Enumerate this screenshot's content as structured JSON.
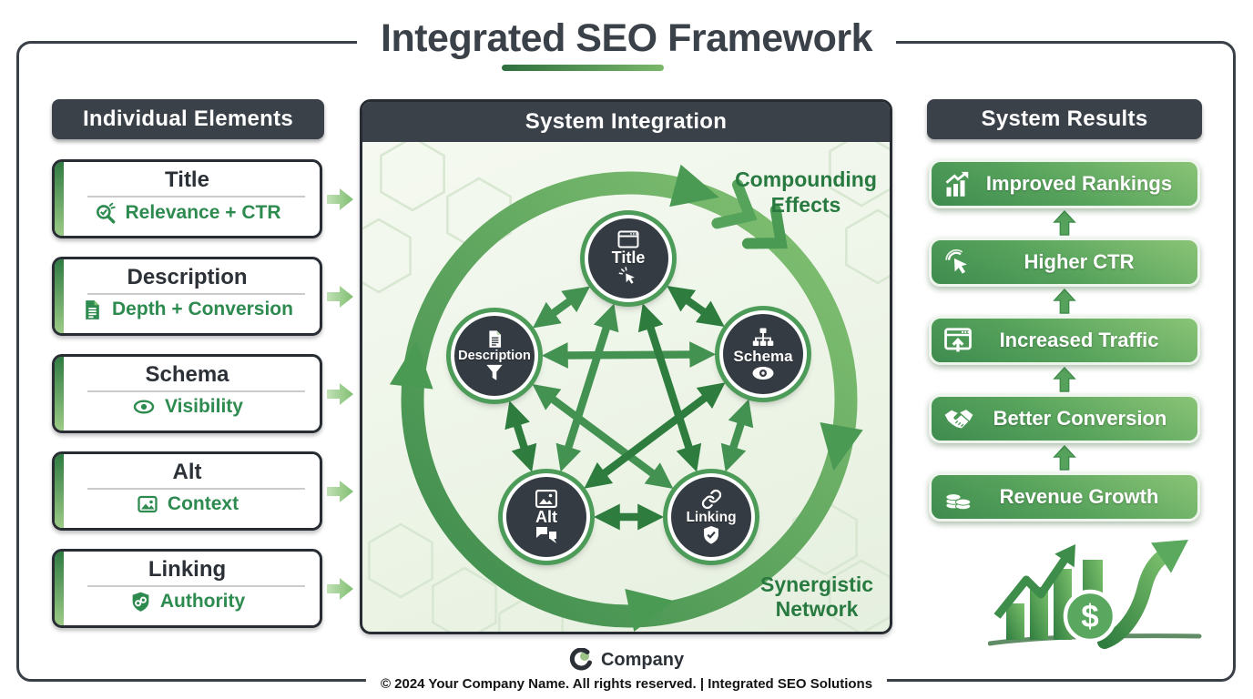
{
  "title": {
    "text": "Integrated SEO Framework"
  },
  "columns": {
    "left": {
      "header": "Individual Elements",
      "cards": [
        {
          "title": "Title",
          "subtitle": "Relevance + CTR",
          "icon": "search-check-icon"
        },
        {
          "title": "Description",
          "subtitle": "Depth + Conversion",
          "icon": "document-icon"
        },
        {
          "title": "Schema",
          "subtitle": "Visibility",
          "icon": "eye-icon"
        },
        {
          "title": "Alt",
          "subtitle": "Context",
          "icon": "image-icon"
        },
        {
          "title": "Linking",
          "subtitle": "Authority",
          "icon": "shield-link-icon"
        }
      ]
    },
    "center": {
      "header": "System Integration",
      "annotations": {
        "top": "Compounding Effects",
        "bottom": "Synergistic Network"
      },
      "nodes": [
        {
          "label": "Title",
          "top_icon": "browser-window-icon",
          "bottom_icon": "cursor-click-icon"
        },
        {
          "label": "Description",
          "top_icon": "document-icon",
          "bottom_icon": "funnel-icon"
        },
        {
          "label": "Schema",
          "top_icon": "sitemap-icon",
          "bottom_icon": "eye-icon"
        },
        {
          "label": "Alt",
          "top_icon": "image-icon",
          "bottom_icon": "chat-bubbles-icon"
        },
        {
          "label": "Linking",
          "top_icon": "link-icon",
          "bottom_icon": "shield-check-icon"
        }
      ]
    },
    "right": {
      "header": "System Results",
      "results": [
        {
          "label": "Improved Rankings",
          "icon": "chart-growth-icon"
        },
        {
          "label": "Higher CTR",
          "icon": "cursor-click-icon"
        },
        {
          "label": "Increased Traffic",
          "icon": "window-up-arrow-icon"
        },
        {
          "label": "Better Conversion",
          "icon": "handshake-icon"
        },
        {
          "label": "Revenue Growth",
          "icon": "coins-icon"
        }
      ],
      "growth_symbol": "$"
    }
  },
  "footer": {
    "company": "Company",
    "copyright": "© 2024 Your Company Name. All rights reserved. | Integrated SEO Solutions"
  },
  "colors": {
    "accent_green": "#2e8b50",
    "button_green_dark": "#3e8b4f",
    "button_green_light": "#82c172",
    "header_dark": "#3a4149",
    "node_dark": "#343b42",
    "panel_bg_light": "#f2f8ee"
  }
}
